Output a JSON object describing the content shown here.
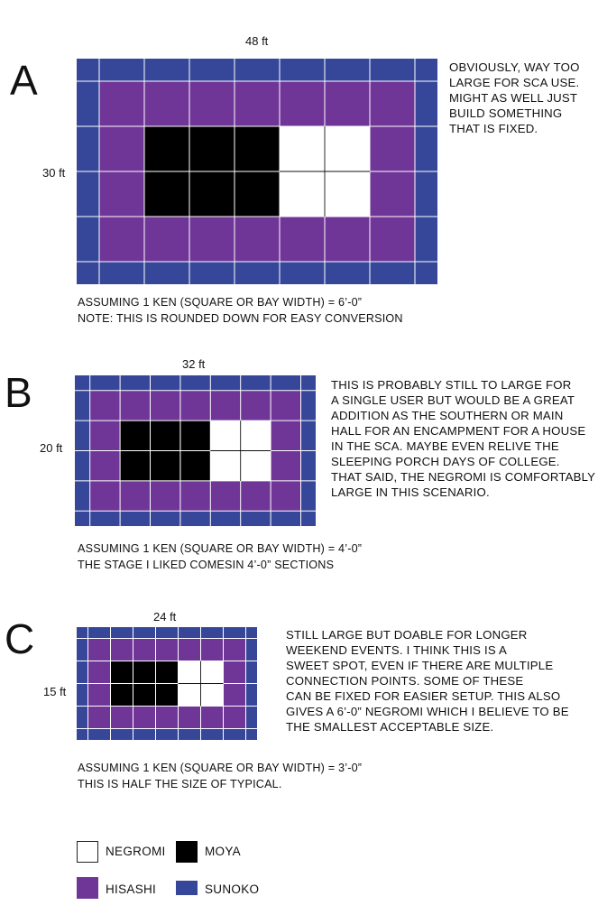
{
  "sections": [
    {
      "letter": "A",
      "width_label": "48 ft",
      "height_label": "30 ft",
      "description": "OBVIOUSLY, WAY TOO\nLARGE FOR SCA USE.\nMIGHT AS WELL JUST\nBUILD SOMETHING\nTHAT IS FIXED.",
      "assumption": "ASSUMING 1 KEN (SQUARE OR BAY WIDTH) = 6’-0”\nNOTE: THIS IS ROUNDED DOWN FOR EASY CONVERSION"
    },
    {
      "letter": "B",
      "width_label": "32 ft",
      "height_label": "20 ft",
      "description": "THIS IS PROBABLY STILL TO LARGE FOR\nA SINGLE USER BUT WOULD BE A GREAT\nADDITION AS THE SOUTHERN OR MAIN\nHALL FOR AN ENCAMPMENT FOR A HOUSE\nIN THE SCA. MAYBE EVEN RELIVE THE\nSLEEPING PORCH DAYS OF COLLEGE.\nTHAT SAID, THE NEGROMI IS COMFORTABLY\nLARGE IN THIS SCENARIO.",
      "assumption": "ASSUMING 1 KEN (SQUARE OR BAY WIDTH) = 4’-0”\nTHE STAGE I LIKED COMESIN 4’-0” SECTIONS"
    },
    {
      "letter": "C",
      "width_label": "24 ft",
      "height_label": "15 ft",
      "description": "STILL LARGE BUT DOABLE FOR LONGER\nWEEKEND EVENTS. I THINK THIS IS A\nSWEET SPOT, EVEN IF THERE ARE MULTIPLE\nCONNECTION POINTS. SOME OF THESE\nCAN BE FIXED FOR EASIER SETUP. THIS ALSO\nGIVES A 6’-0” NEGROMI WHICH I BELIEVE TO BE\nTHE SMALLEST ACCEPTABLE SIZE.",
      "assumption": "ASSUMING 1 KEN (SQUARE OR BAY WIDTH) = 3’-0”\nTHIS IS HALF THE SIZE OF TYPICAL."
    }
  ],
  "legend": [
    {
      "key": "negromi",
      "label": "NEGROMI",
      "color": "#ffffff"
    },
    {
      "key": "moya",
      "label": "MOYA",
      "color": "#000000"
    },
    {
      "key": "hisashi",
      "label": "HISASHI",
      "color": "#6f3597"
    },
    {
      "key": "sunoko",
      "label": "SUNOKO",
      "color": "#36479a"
    }
  ],
  "grid": {
    "rings": [
      "sunoko",
      "hisashi"
    ],
    "core_left": "moya",
    "core_right": "negromi",
    "moya_bays": 3,
    "negromi_bays": 2,
    "core_rows": 2
  }
}
